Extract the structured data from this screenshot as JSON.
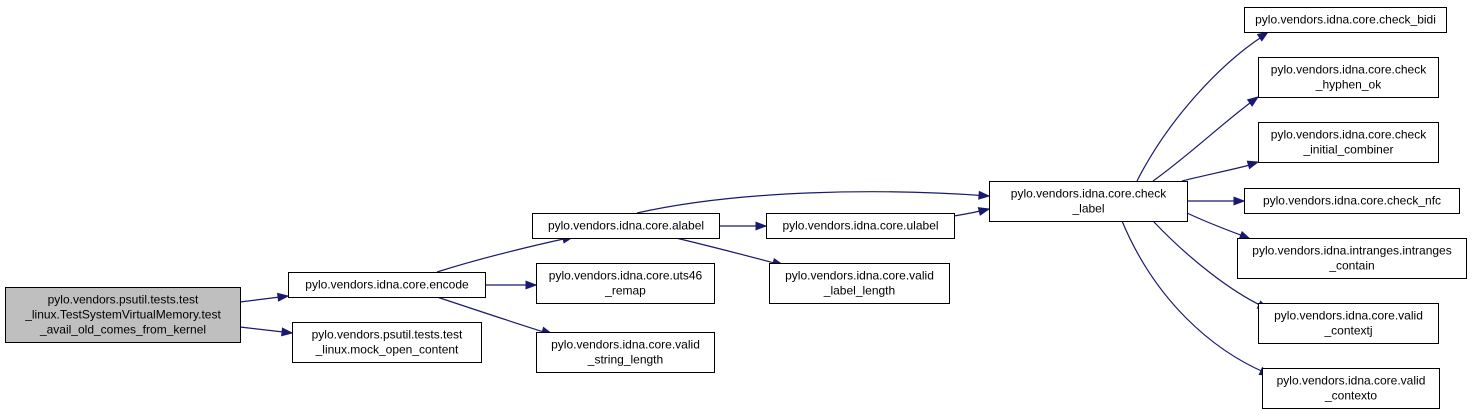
{
  "colors": {
    "edge": "#191970",
    "node_fill": "#ffffff",
    "root_fill": "#bfbfbf",
    "node_stroke": "#000000"
  },
  "nodes": [
    {
      "id": "root",
      "lines": [
        "pylo.vendors.psutil.tests.test",
        "_linux.TestSystemVirtualMemory.test",
        "_avail_old_comes_from_kernel"
      ],
      "highlighted": true
    },
    {
      "id": "encode",
      "lines": [
        "pylo.vendors.idna.core.encode"
      ]
    },
    {
      "id": "mock_open",
      "lines": [
        "pylo.vendors.psutil.tests.test",
        "_linux.mock_open_content"
      ]
    },
    {
      "id": "alabel",
      "lines": [
        "pylo.vendors.idna.core.alabel"
      ]
    },
    {
      "id": "uts46",
      "lines": [
        "pylo.vendors.idna.core.uts46",
        "_remap"
      ]
    },
    {
      "id": "valid_string",
      "lines": [
        "pylo.vendors.idna.core.valid",
        "_string_length"
      ]
    },
    {
      "id": "ulabel",
      "lines": [
        "pylo.vendors.idna.core.ulabel"
      ]
    },
    {
      "id": "valid_label",
      "lines": [
        "pylo.vendors.idna.core.valid",
        "_label_length"
      ]
    },
    {
      "id": "check_label",
      "lines": [
        "pylo.vendors.idna.core.check",
        "_label"
      ]
    },
    {
      "id": "check_bidi",
      "lines": [
        "pylo.vendors.idna.core.check_bidi"
      ]
    },
    {
      "id": "check_hyphen",
      "lines": [
        "pylo.vendors.idna.core.check",
        "_hyphen_ok"
      ]
    },
    {
      "id": "check_initial",
      "lines": [
        "pylo.vendors.idna.core.check",
        "_initial_combiner"
      ]
    },
    {
      "id": "check_nfc",
      "lines": [
        "pylo.vendors.idna.core.check_nfc"
      ]
    },
    {
      "id": "intranges",
      "lines": [
        "pylo.vendors.idna.intranges.intranges",
        "_contain"
      ]
    },
    {
      "id": "contextj",
      "lines": [
        "pylo.vendors.idna.core.valid",
        "_contextj"
      ]
    },
    {
      "id": "contexto",
      "lines": [
        "pylo.vendors.idna.core.valid",
        "_contexto"
      ]
    }
  ],
  "edges": [
    {
      "from": "root",
      "to": "encode"
    },
    {
      "from": "root",
      "to": "mock_open"
    },
    {
      "from": "encode",
      "to": "alabel"
    },
    {
      "from": "encode",
      "to": "uts46"
    },
    {
      "from": "encode",
      "to": "valid_string"
    },
    {
      "from": "alabel",
      "to": "check_label"
    },
    {
      "from": "alabel",
      "to": "ulabel"
    },
    {
      "from": "alabel",
      "to": "valid_label"
    },
    {
      "from": "ulabel",
      "to": "check_label"
    },
    {
      "from": "check_label",
      "to": "check_bidi"
    },
    {
      "from": "check_label",
      "to": "check_hyphen"
    },
    {
      "from": "check_label",
      "to": "check_initial"
    },
    {
      "from": "check_label",
      "to": "check_nfc"
    },
    {
      "from": "check_label",
      "to": "intranges"
    },
    {
      "from": "check_label",
      "to": "contextj"
    },
    {
      "from": "check_label",
      "to": "contexto"
    }
  ]
}
